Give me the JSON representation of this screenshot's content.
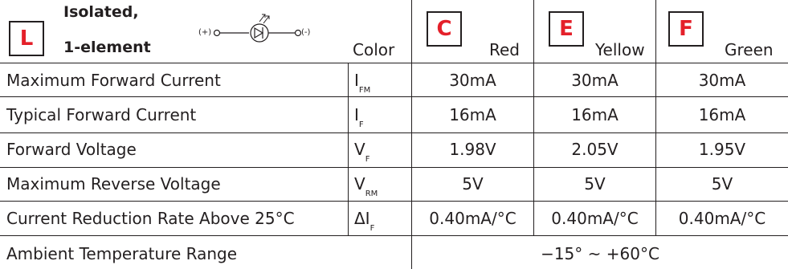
{
  "header": {
    "series_code": "L",
    "title_line1": "Isolated,",
    "title_line2": "1-element",
    "symbol_plus": "(+)",
    "symbol_minus": "(-)",
    "color_label": "Color",
    "columns": [
      {
        "code": "C",
        "color_name": "Red"
      },
      {
        "code": "E",
        "color_name": "Yellow"
      },
      {
        "code": "F",
        "color_name": "Green"
      }
    ]
  },
  "rows": [
    {
      "label": "Maximum Forward Current",
      "symbol": "I",
      "symbol_sub": "FM",
      "values": [
        "30mA",
        "30mA",
        "30mA"
      ]
    },
    {
      "label": "Typical Forward Current",
      "symbol": "I",
      "symbol_sub": "F",
      "values": [
        "16mA",
        "16mA",
        "16mA"
      ]
    },
    {
      "label": "Forward Voltage",
      "symbol": "V",
      "symbol_sub": "F",
      "values": [
        "1.98V",
        "2.05V",
        "1.95V"
      ]
    },
    {
      "label": "Maximum Reverse Voltage",
      "symbol": "V",
      "symbol_sub": "RM",
      "values": [
        "5V",
        "5V",
        "5V"
      ]
    },
    {
      "label": "Current Reduction Rate Above 25°C",
      "symbol": "ΔI",
      "symbol_sub": "F",
      "values": [
        "0.40mA/°C",
        "0.40mA/°C",
        "0.40mA/°C"
      ]
    }
  ],
  "ambient": {
    "label": "Ambient Temperature Range",
    "value": "−15° ~ +60°C"
  },
  "colors": {
    "code_text": "#e4202a",
    "rule": "#231f20",
    "text": "#231f20"
  },
  "icons": {
    "led_symbol": "led-diode-symbol-icon"
  }
}
